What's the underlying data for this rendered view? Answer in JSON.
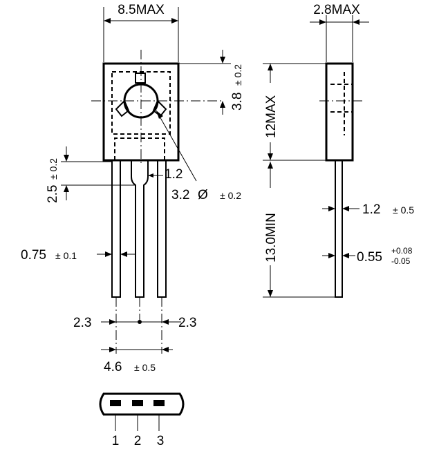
{
  "front_view": {
    "width_dim": "8.5MAX",
    "hole_offset_dim": {
      "value": "3.8",
      "tol": "± 0.2"
    },
    "lead_step_dim": {
      "value": "2.5",
      "tol": "± 0.2"
    },
    "neck_dim": "1.2",
    "hole_dia_dim": {
      "value": "3.2",
      "symbol": "Ø",
      "tol": "± 0.2"
    },
    "lead_width_dim": {
      "value": "0.75",
      "tol": "± 0.1"
    },
    "pitch_left_dim": "2.3",
    "pitch_right_dim": "2.3",
    "span_dim": {
      "value": "4.6",
      "tol": "± 0.5"
    }
  },
  "side_view": {
    "thickness_dim": "2.8MAX",
    "body_length_dim": "12MAX",
    "lead_length_dim": "13.0MIN",
    "lead_thick_dim": {
      "value": "1.2",
      "tol": "± 0.5"
    },
    "lead_plate_dim": {
      "value": "0.55",
      "tol_plus": "+0.08",
      "tol_minus": "-0.05"
    }
  },
  "pinout": {
    "pins": [
      "1",
      "2",
      "3"
    ]
  }
}
